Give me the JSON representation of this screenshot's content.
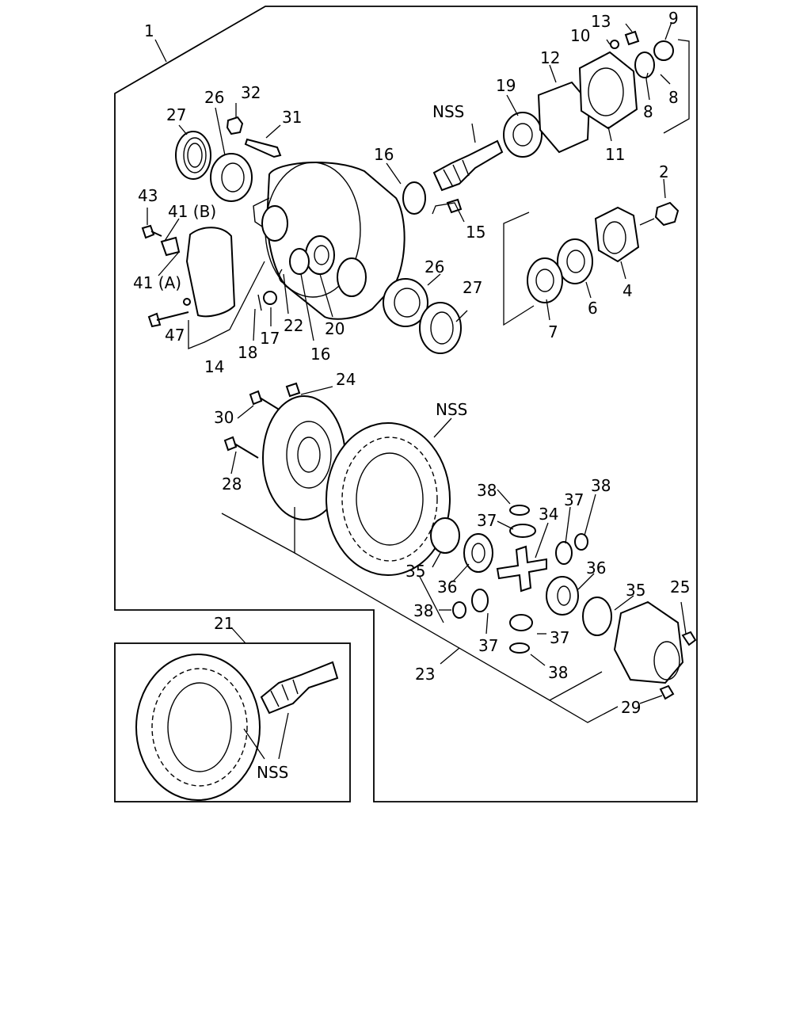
{
  "diagram": {
    "callouts": {
      "c1": "1",
      "c2": "2",
      "c4": "4",
      "c6": "6",
      "c7": "7",
      "c8a": "8",
      "c8b": "8",
      "c9": "9",
      "c10": "10",
      "c11": "11",
      "c12": "12",
      "c13": "13",
      "c14": "14",
      "c15": "15",
      "c16a": "16",
      "c16b": "16",
      "c17": "17",
      "c18": "18",
      "c19": "19",
      "c20": "20",
      "c21": "21",
      "c22": "22",
      "c23": "23",
      "c24": "24",
      "c25": "25",
      "c26a": "26",
      "c26b": "26",
      "c27a": "27",
      "c27b": "27",
      "c28": "28",
      "c29": "29",
      "c30": "30",
      "c31": "31",
      "c32": "32",
      "c34": "34",
      "c35a": "35",
      "c35b": "35",
      "c36a": "36",
      "c36b": "36",
      "c37a": "37",
      "c37b": "37",
      "c37c": "37",
      "c37d": "37",
      "c38a": "38",
      "c38b": "38",
      "c38c": "38",
      "c38d": "38",
      "c41a": "41 (A)",
      "c41b": "41 (B)",
      "c43": "43",
      "c47": "47",
      "nss1": "NSS",
      "nss2": "NSS",
      "nss3": "NSS"
    }
  }
}
